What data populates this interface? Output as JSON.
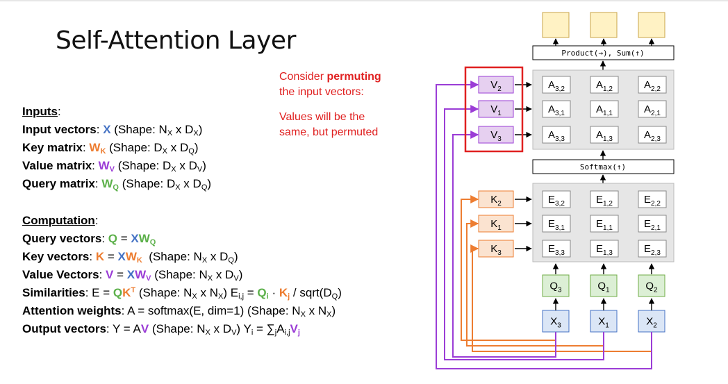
{
  "title": "Self-Attention Layer",
  "inputs": {
    "heading": "Inputs",
    "input_vectors": {
      "label": "Input vectors",
      "sym": "X",
      "shape": "(Shape: N",
      "s1": "X",
      "mid": " x D",
      "s2": "X",
      "end": ")"
    },
    "key_matrix": {
      "label": "Key matrix",
      "sym": "W",
      "sub": "K",
      "shape": "(Shape: D",
      "s1": "X",
      "mid": " x D",
      "s2": "Q",
      "end": ")"
    },
    "value_matrix": {
      "label": "Value matrix",
      "sym": "W",
      "sub": "V",
      "shape": "(Shape: D",
      "s1": "X",
      "mid": " x D",
      "s2": "V",
      "end": ")"
    },
    "query_matrix": {
      "label": "Query matrix",
      "sym": "W",
      "sub": "Q",
      "shape": "(Shape: D",
      "s1": "X",
      "mid": " x D",
      "s2": "Q",
      "end": ")"
    }
  },
  "computation": {
    "heading": "Computation",
    "query_vectors": {
      "label": "Query vectors",
      "lhs": "Q",
      "eq": " = ",
      "x": "X",
      "w": "W",
      "sub": "Q"
    },
    "key_vectors": {
      "label": "Key vectors",
      "lhs": "K",
      "eq": " = ",
      "x": "X",
      "w": "W",
      "sub": "K",
      "shape": "(Shape: N",
      "s1": "X",
      "mid": " x D",
      "s2": "Q",
      "end": ")"
    },
    "value_vectors": {
      "label": "Value Vectors",
      "lhs": "V",
      "eq": " = ",
      "x": "X",
      "w": "W",
      "sub": "V",
      "shape": "(Shape: N",
      "s1": "X",
      "mid": " x D",
      "s2": "V",
      "end": ")"
    },
    "similarities": {
      "label": "Similarities",
      "lhs": "E = ",
      "q": "Q",
      "k": "K",
      "t": "T",
      "shape": "(Shape: N",
      "s1": "X",
      "mid": " x N",
      "s2": "X",
      "end": ")",
      "e": "E",
      "eij": "i,j",
      "eq": " = ",
      "qi": "Q",
      "i": "i",
      "dot": " · ",
      "kj": "K",
      "j": "j",
      "tail": " / sqrt(D",
      "tq": "Q",
      "tend": ")"
    },
    "attention_weights": {
      "label": "Attention weights",
      "text": "A = softmax(E, dim=1)  (Shape: N",
      "s1": "X",
      "mid": " x N",
      "s2": "X",
      "end": ")"
    },
    "output_vectors": {
      "label": "Output vectors",
      "text": "Y = A",
      "v": "V",
      "shape": "(Shape: N",
      "s1": "X",
      "mid": " x D",
      "s2": "V",
      "end": ")",
      "y": "Y",
      "yi": "i",
      "sum": " = ∑",
      "sj": "j",
      "a": "A",
      "aij": "i,j",
      "vj": "V",
      "vjs": "j"
    }
  },
  "note": {
    "line1_pre": "Consider ",
    "line1_bold": "permuting",
    "line2": "the input vectors:",
    "line3": "Values will be the",
    "line4": "same, but permuted"
  },
  "diagram": {
    "product_label": "Product(→),  Sum(↑)",
    "softmax_label": "Softmax(↑)",
    "v_boxes": [
      {
        "b": "V",
        "s": "2"
      },
      {
        "b": "V",
        "s": "1"
      },
      {
        "b": "V",
        "s": "3"
      }
    ],
    "k_boxes": [
      {
        "b": "K",
        "s": "2"
      },
      {
        "b": "K",
        "s": "1"
      },
      {
        "b": "K",
        "s": "3"
      }
    ],
    "a_grid": [
      [
        {
          "b": "A",
          "s": "3,2"
        },
        {
          "b": "A",
          "s": "1,2"
        },
        {
          "b": "A",
          "s": "2,2"
        }
      ],
      [
        {
          "b": "A",
          "s": "3,1"
        },
        {
          "b": "A",
          "s": "1,1"
        },
        {
          "b": "A",
          "s": "2,1"
        }
      ],
      [
        {
          "b": "A",
          "s": "3,3"
        },
        {
          "b": "A",
          "s": "1,3"
        },
        {
          "b": "A",
          "s": "2,3"
        }
      ]
    ],
    "e_grid": [
      [
        {
          "b": "E",
          "s": "3,2"
        },
        {
          "b": "E",
          "s": "1,2"
        },
        {
          "b": "E",
          "s": "2,2"
        }
      ],
      [
        {
          "b": "E",
          "s": "3,1"
        },
        {
          "b": "E",
          "s": "1,1"
        },
        {
          "b": "E",
          "s": "2,1"
        }
      ],
      [
        {
          "b": "E",
          "s": "3,3"
        },
        {
          "b": "E",
          "s": "1,3"
        },
        {
          "b": "E",
          "s": "2,3"
        }
      ]
    ],
    "q_boxes": [
      {
        "b": "Q",
        "s": "3"
      },
      {
        "b": "Q",
        "s": "1"
      },
      {
        "b": "Q",
        "s": "2"
      }
    ],
    "x_boxes": [
      {
        "b": "X",
        "s": "3"
      },
      {
        "b": "X",
        "s": "1"
      },
      {
        "b": "X",
        "s": "2"
      }
    ],
    "colors": {
      "v_fill": "#e6d0f0",
      "v_stroke": "#9b3dd6",
      "k_fill": "#fbe3d0",
      "k_stroke": "#ed7d31",
      "q_fill": "#dcefd5",
      "q_stroke": "#70ad47",
      "x_fill": "#dbe6f6",
      "x_stroke": "#4472c4",
      "out_fill": "#fff2c4",
      "out_stroke": "#c9a44a",
      "grid_fill": "#e6e6e6",
      "highlight": "#e02020"
    }
  }
}
